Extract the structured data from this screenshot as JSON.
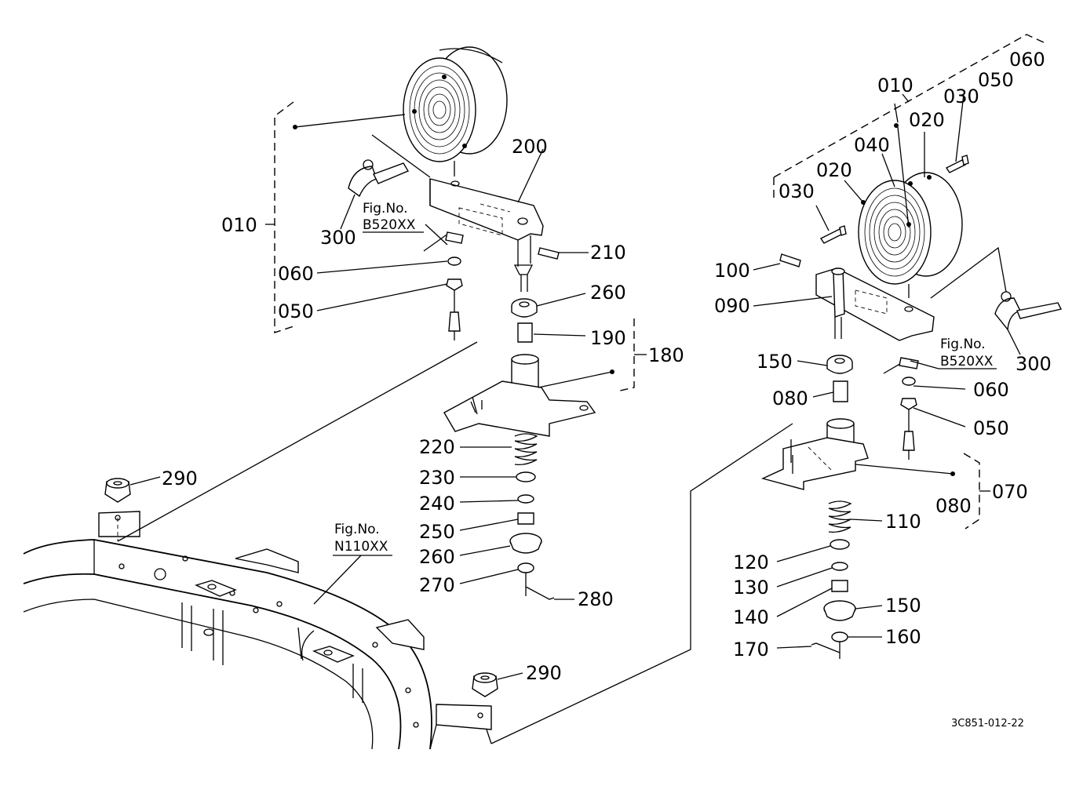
{
  "labels": {
    "l010": "010",
    "l060a": "060",
    "l050a": "050",
    "l300a": "300",
    "l200": "200",
    "l210": "210",
    "l260a": "260",
    "l190": "190",
    "l180": "180",
    "l220": "220",
    "l230": "230",
    "l240": "240",
    "l250": "250",
    "l260b": "260",
    "l270": "270",
    "l280": "280",
    "l290a": "290",
    "l290b": "290",
    "l010r": "010",
    "l060r": "060",
    "l050r": "050",
    "l030r": "030",
    "l020r": "020",
    "l040r": "040",
    "l020l": "020",
    "l030l": "030",
    "l100": "100",
    "l090": "090",
    "l150a": "150",
    "l080a": "080",
    "l060b": "060",
    "l050b": "050",
    "l300b": "300",
    "l070": "070",
    "l080b": "080",
    "l110": "110",
    "l120": "120",
    "l130": "130",
    "l140": "140",
    "l150b": "150",
    "l160": "160",
    "l170": "170"
  },
  "fig_refs": {
    "left_fig": "Fig.No.",
    "left_num": "B520XX",
    "right_fig": "Fig.No.",
    "right_num": "B520XX",
    "frame_fig": "Fig.No.",
    "frame_num": "N110XX"
  },
  "drawing_number": "3C851-012-22"
}
